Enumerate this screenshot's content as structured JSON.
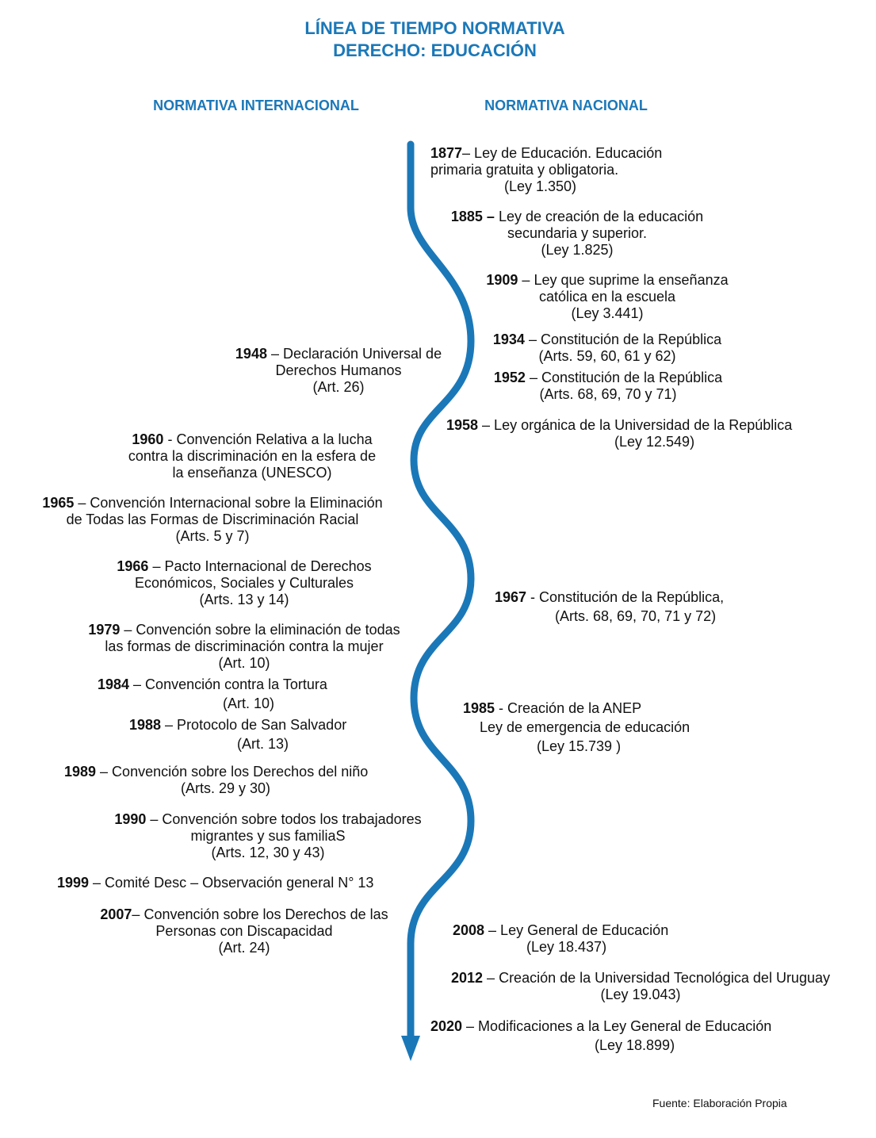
{
  "title": {
    "line1": "LÍNEA DE TIEMPO NORMATIVA",
    "line2": "DERECHO: EDUCACIÓN"
  },
  "columns": {
    "international": "NORMATIVA INTERNACIONAL",
    "national": "NORMATIVA NACIONAL"
  },
  "colors": {
    "accent": "#1b78b8",
    "text": "#111111"
  },
  "national_events": [
    {
      "year": "1877",
      "lines": [
        "– Ley de Educación. Educación",
        "primaria gratuita y obligatoria.",
        "(Ley 1.350)"
      ]
    },
    {
      "year": "1885 –",
      "lines": [
        " Ley de creación de la educación",
        "secundaria y superior.",
        "(Ley 1.825)"
      ]
    },
    {
      "year": "1909",
      "lines": [
        " – Ley que suprime la enseñanza",
        "católica en la escuela",
        "(Ley 3.441)"
      ]
    },
    {
      "year": "1934",
      "lines": [
        " – Constitución de la República",
        "(Arts. 59, 60, 61 y 62)"
      ]
    },
    {
      "year": "1952",
      "lines": [
        " – Constitución de la República",
        "(Arts. 68, 69, 70 y 71)"
      ]
    },
    {
      "year": "1958",
      "lines": [
        " – Ley orgánica de la  Universidad de la República",
        "(Ley 12.549)"
      ]
    },
    {
      "year": "1967",
      "lines": [
        " - Constitución de la República,",
        "(Arts. 68, 69, 70, 71 y 72)"
      ]
    },
    {
      "year": "1985",
      "lines": [
        " - Creación de la ANEP",
        "Ley de emergencia  de educación",
        "(Ley 15.739 )"
      ]
    },
    {
      "year": "2008",
      "lines": [
        " – Ley General de Educación",
        "(Ley 18.437)"
      ]
    },
    {
      "year": "2012",
      "lines": [
        " – Creación de la Universidad Tecnológica del Uruguay",
        "(Ley 19.043)"
      ]
    },
    {
      "year": "2020",
      "lines": [
        " – Modificaciones a la Ley General de Educación",
        "(Ley 18.899)"
      ]
    }
  ],
  "international_events": [
    {
      "year": "1948",
      "lines": [
        " – Declaración Universal de",
        "Derechos Humanos",
        "(Art. 26)"
      ]
    },
    {
      "year": "1960",
      "lines": [
        " - Convención Relativa a la lucha",
        "contra la discriminación en la esfera de",
        "la enseñanza (UNESCO)"
      ]
    },
    {
      "year": "1965",
      "lines": [
        " – Convención Internacional sobre la Eliminación",
        "de Todas las Formas de Discriminación Racial",
        "(Arts. 5 y 7)"
      ]
    },
    {
      "year": "1966",
      "lines": [
        " – Pacto Internacional de Derechos",
        "Económicos, Sociales y Culturales",
        "(Arts. 13 y 14)"
      ]
    },
    {
      "year": "1979",
      "lines": [
        " – Convención sobre la eliminación de todas",
        "las formas de discriminación contra la mujer",
        "(Art. 10)"
      ]
    },
    {
      "year": "1984",
      "lines": [
        " – Convención contra   la Tortura",
        "(Art. 10)"
      ]
    },
    {
      "year": "1988",
      "lines": [
        " – Protocolo de San  Salvador",
        "(Art. 13)"
      ]
    },
    {
      "year": "1989",
      "lines": [
        " – Convención sobre los Derechos del niño",
        "(Arts. 29 y 30)"
      ]
    },
    {
      "year": "1990",
      "lines": [
        " – Convención sobre todos los trabajadores",
        "migrantes y sus familiaS",
        "(Arts. 12, 30 y 43)"
      ]
    },
    {
      "year": "1999",
      "lines": [
        " – Comité Desc – Observación general N° 13"
      ]
    },
    {
      "year": "2007",
      "lines": [
        "– Convención sobre los Derechos de las",
        "Personas con Discapacidad",
        "(Art. 24)"
      ]
    }
  ],
  "source": "Fuente: Elaboración Propia"
}
